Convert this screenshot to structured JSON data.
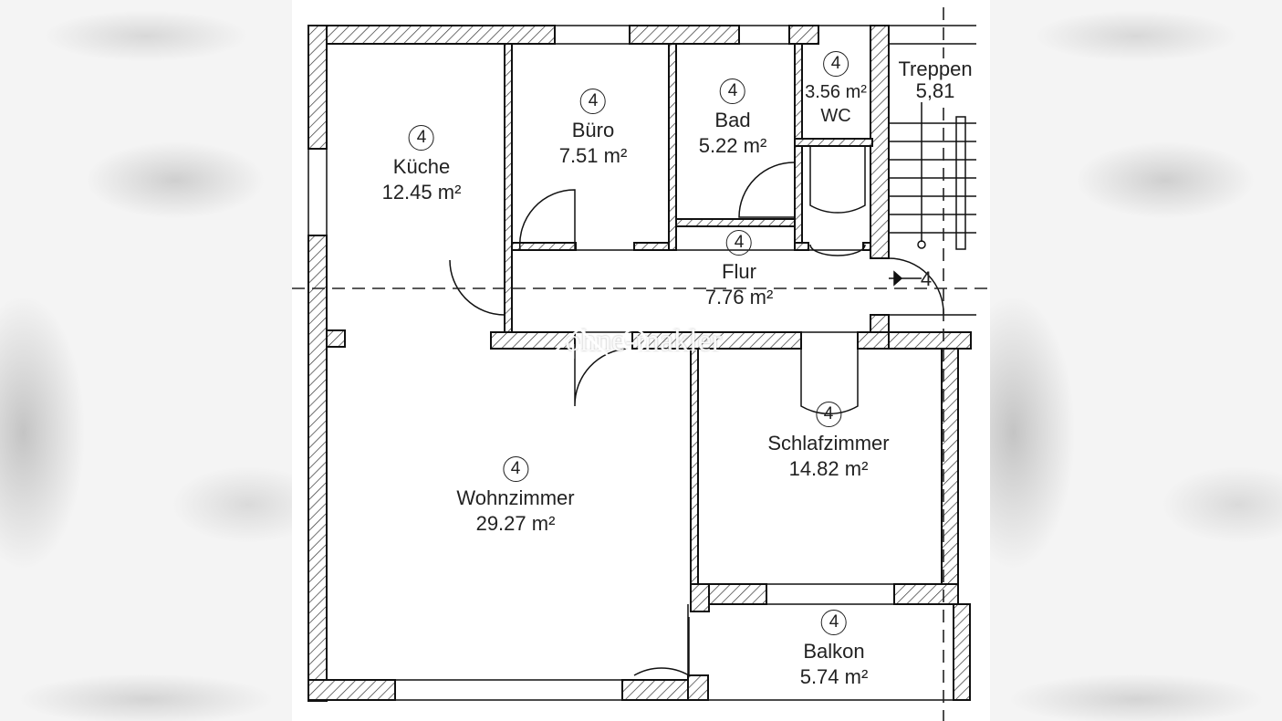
{
  "floor_plan": {
    "watermark": "ohne-makler",
    "rooms": [
      {
        "id": "kueche",
        "marker": "4",
        "name": "Küche",
        "area": "12.45 m²"
      },
      {
        "id": "buero",
        "marker": "4",
        "name": "Büro",
        "area": "7.51 m²"
      },
      {
        "id": "bad",
        "marker": "4",
        "name": "Bad",
        "area": "5.22 m²"
      },
      {
        "id": "wc",
        "marker": "4",
        "name": "WC",
        "area": "3.56 m²"
      },
      {
        "id": "treppe",
        "name": "Treppen",
        "area": "5,81"
      },
      {
        "id": "flur",
        "marker": "4",
        "name": "Flur",
        "area": "7.76 m²"
      },
      {
        "id": "wohnzimmer",
        "marker": "4",
        "name": "Wohnzimmer",
        "area": "29.27 m²"
      },
      {
        "id": "schlafzimmer",
        "marker": "4",
        "name": "Schlafzimmer",
        "area": "14.82 m²"
      },
      {
        "id": "balkon",
        "marker": "4",
        "name": "Balkon",
        "area": "5.74 m²"
      }
    ],
    "section_marker": "4"
  }
}
